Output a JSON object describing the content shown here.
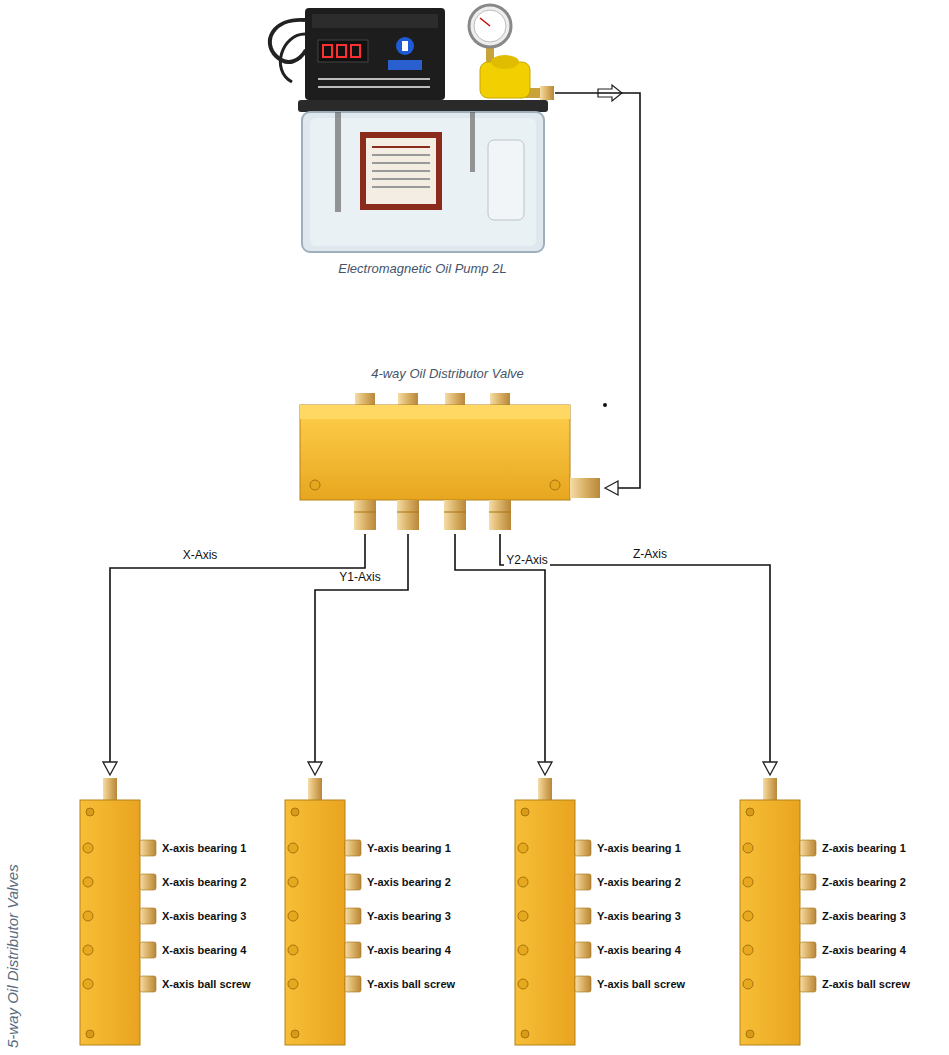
{
  "diagram": {
    "nodes": [
      {
        "text": [
          "Electromagnetic Oil Pump 2L"
        ]
      },
      {
        "text": [
          "4-way Oil Distributor Valve"
        ]
      },
      {
        "text": [
          "X-axis bearing 1",
          "X-axis bearing 2",
          "X-axis bearing 3",
          "X-axis bearing 4",
          "X-axis ball screw"
        ]
      },
      {
        "text": [
          "Y-axis bearing 1",
          "Y-axis bearing 2",
          "Y-axis bearing 3",
          "Y-axis bearing 4",
          "Y-axis ball screw"
        ]
      },
      {
        "text": [
          "Y-axis bearing 1",
          "Y-axis bearing 2",
          "Y-axis bearing 3",
          "Y-axis bearing 4",
          "Y-axis ball screw"
        ]
      },
      {
        "text": [
          "Z-axis bearing 1",
          "Z-axis bearing 2",
          "Z-axis bearing 3",
          "Z-axis bearing 4",
          "Z-axis ball screw"
        ]
      }
    ],
    "edges": [
      {
        "from": 0,
        "to": 1,
        "arrow": "to"
      },
      {
        "from": 1,
        "to": 2,
        "label": "X-Axis",
        "arrow": "to"
      },
      {
        "from": 1,
        "to": 3,
        "label": "Y1-Axis",
        "arrow": "to"
      },
      {
        "from": 1,
        "to": 4,
        "label": "Y2-Axis",
        "arrow": "to"
      },
      {
        "from": 1,
        "to": 5,
        "label": "Z-Axis",
        "arrow": "to"
      }
    ],
    "labels": [
      "5-way Oil Distributor Valves"
    ]
  }
}
